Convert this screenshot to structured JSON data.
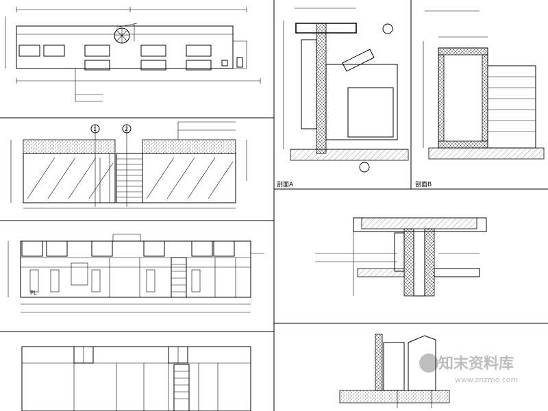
{
  "watermark": {
    "brand_cn": "知末资料库",
    "url": "www.znzmo.com"
  },
  "panels": {
    "section_a_label": "剖面A",
    "section_b_label": "剖面B",
    "door_label": "PL",
    "section_markers": [
      "1",
      "2"
    ]
  }
}
